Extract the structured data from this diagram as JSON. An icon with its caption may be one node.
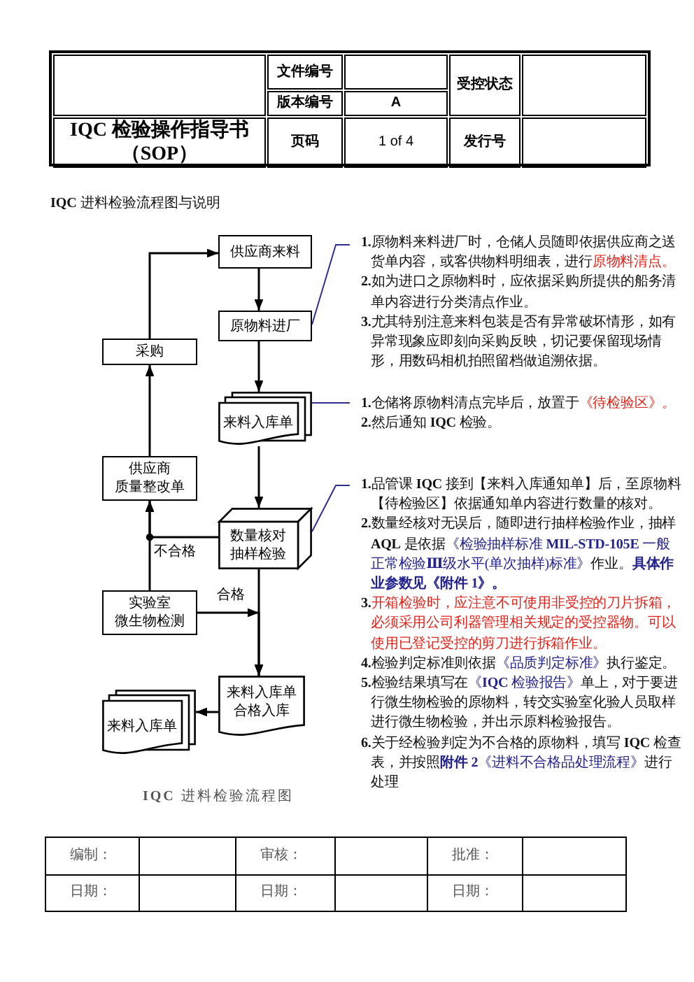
{
  "diagram": {
    "title": "**IQC** 进料检验流程图与说明",
    "caption": "**IQC** 进料检验流程图",
    "nodes": [
      {
        "text": [
          "供应商来料"
        ]
      },
      {
        "text": [
          "原物料进厂"
        ]
      },
      {
        "text": [
          "采购"
        ]
      },
      {
        "text": [
          "来料入库单"
        ]
      },
      {
        "text": [
          "供应商质量整改单"
        ]
      },
      {
        "text": [
          "数量核对抽样检验"
        ]
      },
      {
        "text": [
          "实验室微生物检测"
        ]
      },
      {
        "text": [
          "来料入库单合格入库"
        ]
      },
      {
        "text": [
          "来料入库单"
        ]
      },
      {
        "text": [
          "**1.**原物料来料进厂时，仓储人员随即依据供应商之送货单内容，或客供物料明细表，进行原物料清点。",
          "**2.**如为进口之原物料时，应依据采购所提供的船务清单内容进行分类清点作业。",
          "**3.**尤其特别注意来料包装是否有异常破坏情形，如有异常现象应即刻向采购反映，切记要保留现场情形，用数码相机拍照留档做追溯依据。"
        ]
      },
      {
        "text": [
          "**1.**仓储将原物料清点完毕后，放置于《待检验区》。",
          "**2.**然后通知 **IQC** 检验。"
        ]
      },
      {
        "text": [
          "**1.**品管课 **IQC** 接到【来料入库通知单】后，至原物料【待检验区】依据通知单内容进行数量的核对。",
          "**2.**数量经核对无误后，随即进行抽样检验作业，抽样 **AQL** 是依据《检验抽样标准 **MIL-STD-105E** 一般正常检验**Ⅲ**级水平(单次抽样)标准》作业。**具体作业参数见《附件 1》。**",
          "**3.**开箱检验时，应注意不可使用非受控的刀片拆箱，必须采用公司利器管理相关规定的受控器物。可以使用已登记受控的剪刀进行拆箱作业。",
          "**4.**检验判定标准则依据《品质判定标准》执行鉴定。",
          "**5.**检验结果填写在《**IQC** 检验报告》单上，对于要进行微生物检验的原物料，转交实验室化验人员取样进行微生物检验，并出示原料检验报告。",
          "**6.**关于经检验判定为不合格的原物料，填写 **IQC** 检查表，并按照**附件 2**《进料不合格品处理流程》进行处理"
        ]
      }
    ],
    "edges": [
      {
        "from": 2,
        "to": 0,
        "arrow": "to"
      },
      {
        "from": 0,
        "to": 1,
        "arrow": "to"
      },
      {
        "from": 1,
        "to": 3,
        "arrow": "to"
      },
      {
        "from": 3,
        "to": 5,
        "arrow": "to"
      },
      {
        "from": 5,
        "to": 4,
        "arrow": "to",
        "label": "不合格"
      },
      {
        "from": 6,
        "to": 4,
        "arrow": "to"
      },
      {
        "from": 6,
        "to": 7,
        "arrow": "to",
        "label": "合格"
      },
      {
        "from": 5,
        "to": 7,
        "arrow": "to"
      },
      {
        "from": 7,
        "to": 8,
        "arrow": "to"
      },
      {
        "from": 4,
        "to": 2,
        "arrow": "to"
      },
      {
        "from": 9,
        "to": 1,
        "arrow": "none",
        "color": "#2e3192"
      },
      {
        "from": 10,
        "to": 3,
        "arrow": "none",
        "color": "#2e3192"
      },
      {
        "from": 11,
        "to": 5,
        "arrow": "none",
        "color": "#2e3192"
      }
    ],
    "labels": [
      "文件编号",
      "受控状态",
      "版本编号",
      "A",
      "IQC 检验操作指导书（SOP）",
      "页码",
      "1 of 4",
      "发行号",
      "编制：",
      "审核：",
      "批准：",
      "日期：",
      "日期：",
      "日期："
    ]
  }
}
